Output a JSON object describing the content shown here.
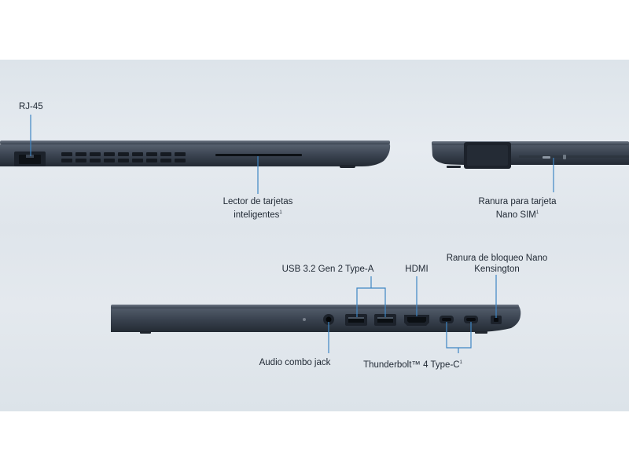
{
  "labels": {
    "rj45": "RJ-45",
    "smart_card_line1": "Lector de tarjetas",
    "smart_card_line2": "inteligentes",
    "smart_card_mark": "1",
    "sim_line1": "Ranura para tarjeta",
    "sim_line2": "Nano SIM",
    "sim_mark": "1",
    "usb": "USB 3.2 Gen 2 Type-A",
    "hdmi": "HDMI",
    "lock_line1": "Ranura de bloqueo Nano",
    "lock_line2": "Kensington",
    "audio": "Audio combo jack",
    "thunderbolt": "Thunderbolt™ 4 Type-C",
    "thunderbolt_mark": "1"
  },
  "colors": {
    "background": "#ffffff",
    "panel": "#e2e8ed",
    "laptop_body": "#3c4553",
    "laptop_dark": "#1c222b",
    "callout_line": "#3e86c4",
    "label_text": "#1f2833"
  }
}
